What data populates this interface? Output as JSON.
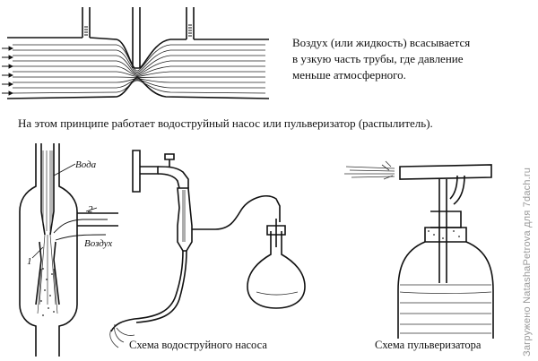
{
  "top_text": {
    "line1": "Воздух (или жидкость) всасывается",
    "line2": "в узкую часть трубы, где давление",
    "line3": "меньше атмосферного."
  },
  "principle_text": "На этом принципе работает водоструйный насос или пульверизатор (распылитель).",
  "pump_labels": {
    "water": "Вода",
    "air": "Воздух",
    "num1": "1",
    "num2": "2"
  },
  "captions": {
    "pump": "Схема водоструйного насоса",
    "sprayer": "Схема пульверизатора"
  },
  "watermark": "Загружено NatashaPetrova для 7dach.ru"
}
